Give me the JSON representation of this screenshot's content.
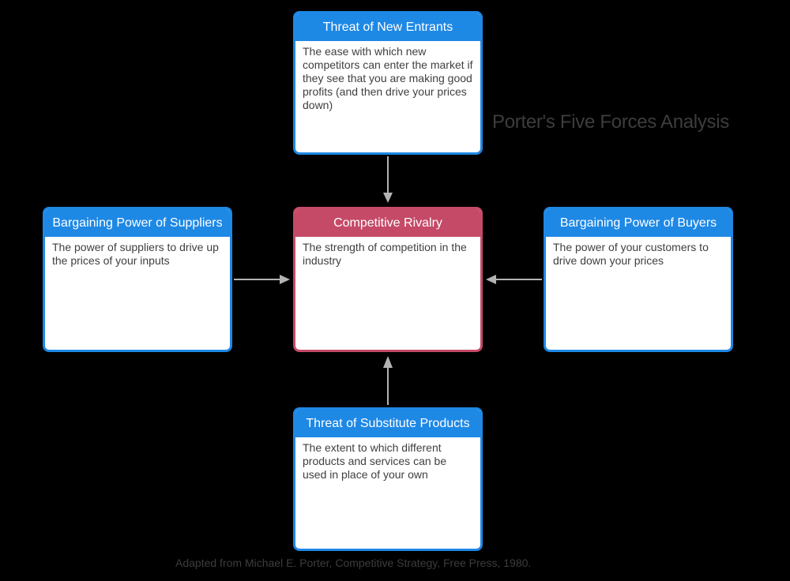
{
  "title": "Porter's Five Forces Analysis",
  "caption": "Adapted from Michael E. Porter, Competitive Strategy, Free Press, 1980.",
  "colors": {
    "background": "#000000",
    "accent_blue": "#1e88e5",
    "accent_red": "#c54a68",
    "arrow": "#b3b3b3",
    "header_text": "#ffffff",
    "body_bg": "#ffffff",
    "body_text": "#404040",
    "title_text": "#3d3d3d"
  },
  "nodes": {
    "new_entrants": {
      "title": "Threat of New Entrants",
      "description": "The ease with which new competitors can enter the market if they see that you are making good profits (and then drive your prices down)",
      "accent": "#1e88e5"
    },
    "suppliers": {
      "title": "Bargaining Power of Suppliers",
      "description": "The power of suppliers to drive up the prices of your inputs",
      "accent": "#1e88e5"
    },
    "rivalry": {
      "title": "Competitive Rivalry",
      "description": "The strength of competition in the industry",
      "accent": "#c54a68"
    },
    "buyers": {
      "title": "Bargaining Power of Buyers",
      "description": "The power of your customers to drive down your prices",
      "accent": "#1e88e5"
    },
    "substitutes": {
      "title": "Threat of Substitute Products",
      "description": "The extent to which different products and services can be used in place of your own",
      "accent": "#1e88e5"
    }
  },
  "arrows": [
    {
      "from": "new_entrants",
      "to": "rivalry",
      "direction": "down"
    },
    {
      "from": "suppliers",
      "to": "rivalry",
      "direction": "right"
    },
    {
      "from": "buyers",
      "to": "rivalry",
      "direction": "left"
    },
    {
      "from": "substitutes",
      "to": "rivalry",
      "direction": "up"
    }
  ]
}
